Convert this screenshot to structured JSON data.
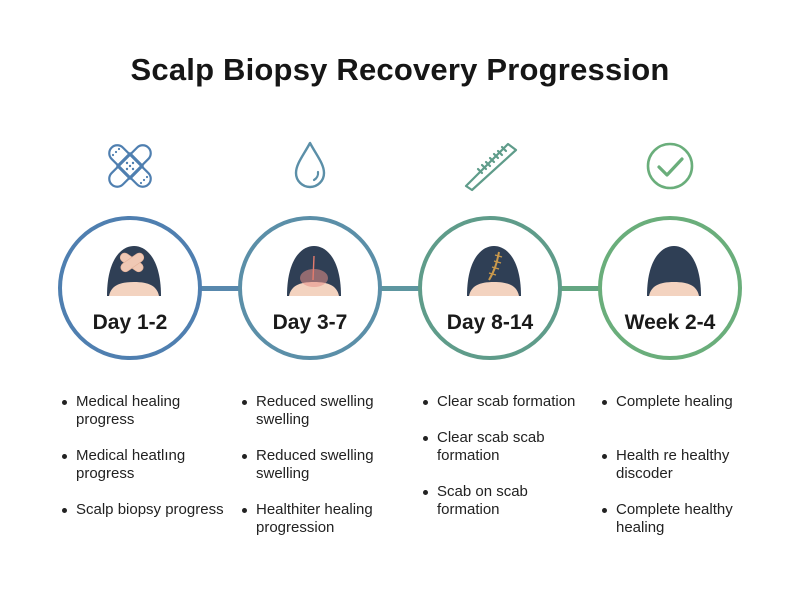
{
  "title": "Scalp Biopsy Recovery Progression",
  "colors": {
    "stage1": "#4f7fb0",
    "stage2": "#5b8fa8",
    "stage3": "#5f9c8a",
    "stage4": "#6aae7b",
    "hair": "#2f3f55",
    "skin": "#f3d3c0"
  },
  "stages": [
    {
      "label": "Day 1-2",
      "icon": "bandage-icon",
      "bullets": [
        "Medical healing progress",
        "Medical heatlıng progress",
        "Scalp biopsy progress"
      ]
    },
    {
      "label": "Day 3-7",
      "icon": "droplet-icon",
      "bullets": [
        "Reduced swelling swelling",
        "Reduced swelling swelling",
        "Healthiter healing progression"
      ]
    },
    {
      "label": "Day 8-14",
      "icon": "comb-icon",
      "bullets": [
        "Clear scab formation",
        "Clear scab scab formation",
        "Scab on scab formation"
      ]
    },
    {
      "label": "Week 2-4",
      "icon": "checkmark-circle-icon",
      "bullets": [
        "Complete healing",
        "Health re healthy discoder",
        "Complete healthy healing"
      ]
    }
  ]
}
